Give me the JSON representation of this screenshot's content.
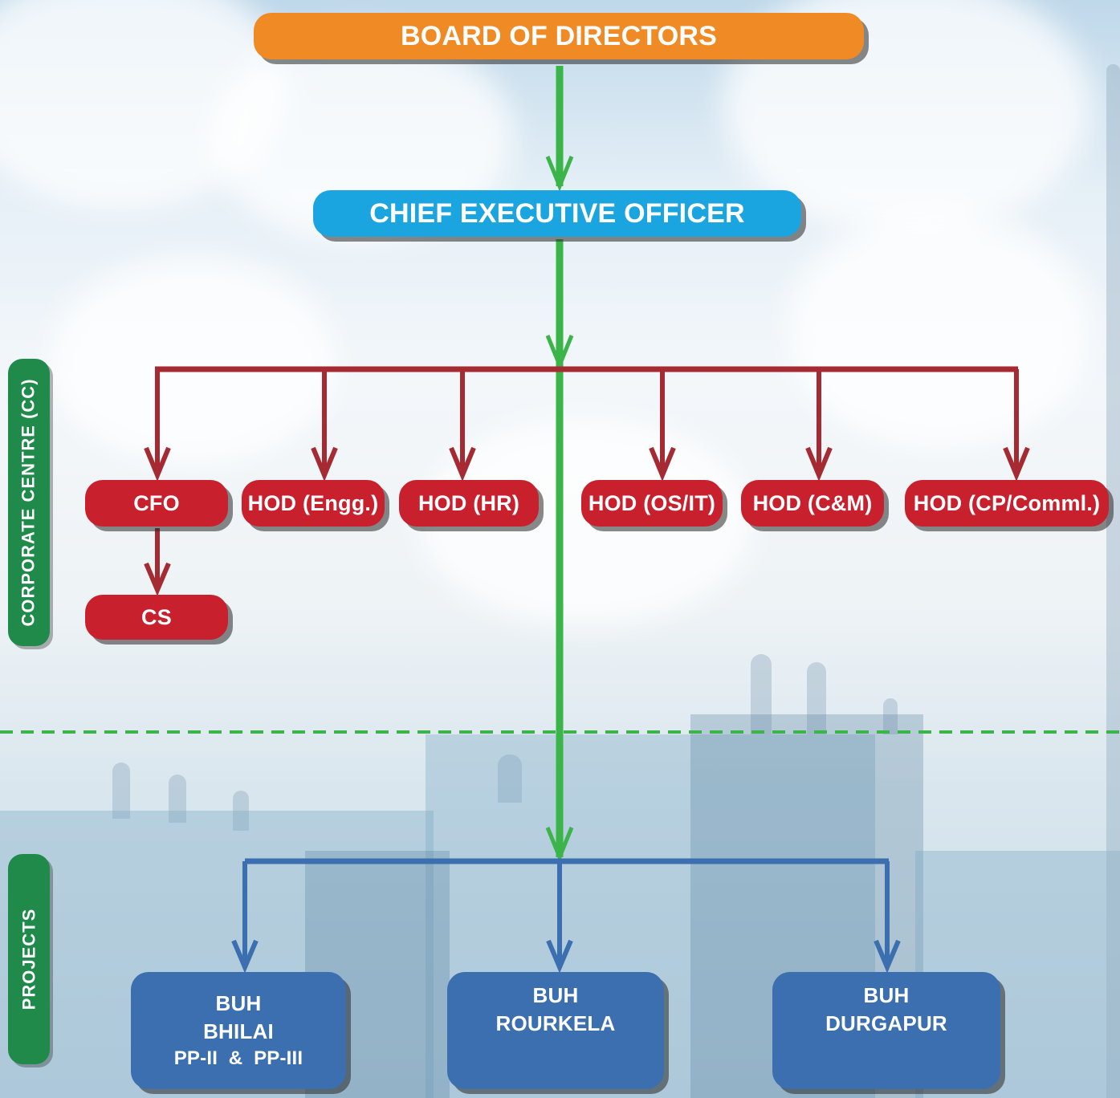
{
  "top": {
    "board": "BOARD OF DIRECTORS",
    "ceo": "CHIEF EXECUTIVE OFFICER"
  },
  "corporate_centre": {
    "tab_label": "CORPORATE CENTRE (CC)",
    "units": [
      "CFO",
      "HOD (Engg.)",
      "HOD (HR)",
      "HOD (OS/IT)",
      "HOD (C&M)",
      "HOD (CP/Comml.)"
    ],
    "cs": "CS"
  },
  "projects": {
    "tab_label": "PROJECTS",
    "units": [
      {
        "line1": "BUH",
        "line2": "BHILAI",
        "line3": "PP-II  &  PP-III"
      },
      {
        "line1": "BUH",
        "line2": "ROURKELA"
      },
      {
        "line1": "BUH",
        "line2": "DURGAPUR"
      }
    ]
  },
  "colors": {
    "board": "#f08a25",
    "ceo": "#1ba5e0",
    "corporate": "#c8202c",
    "projects": "#3c6fb0",
    "main_line": "#3bb54a",
    "corporate_line": "#a52a32",
    "projects_line": "#3c6fb0",
    "side_tab": "#1f8a4a"
  }
}
